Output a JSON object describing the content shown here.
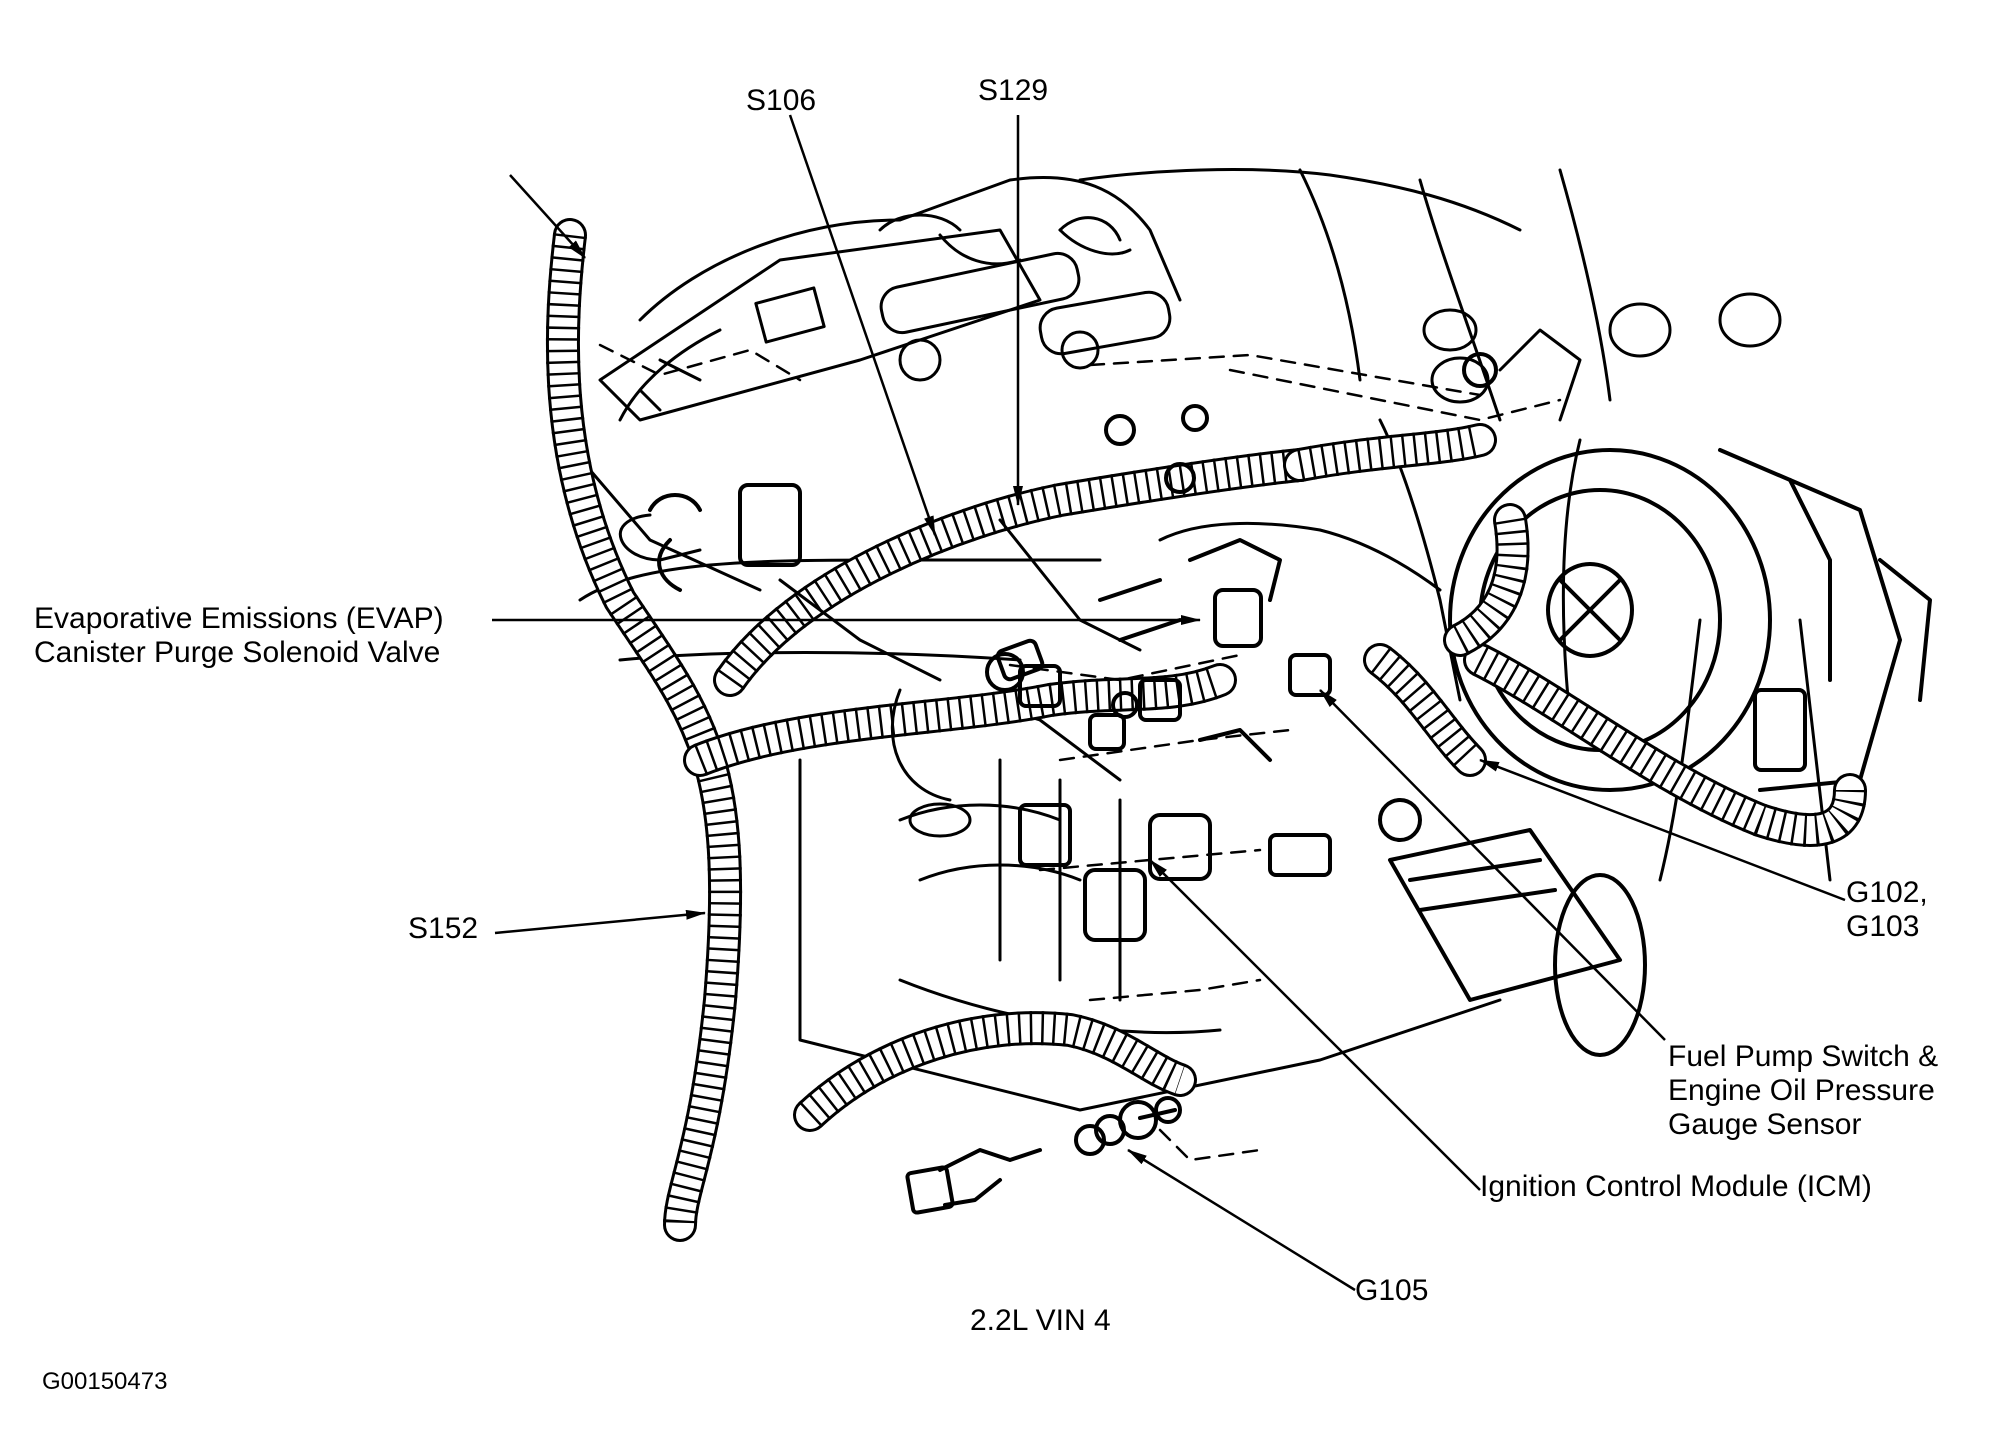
{
  "diagram": {
    "caption": "2.2L VIN 4",
    "figure_id": "G00150473",
    "labels": {
      "s106": "S106",
      "s129": "S129",
      "evap": [
        "Evaporative Emissions (EVAP)",
        "Canister Purge Solenoid Valve"
      ],
      "s152": "S152",
      "g102": [
        "G102,",
        "G103"
      ],
      "fuel_pump": [
        "Fuel Pump Switch &",
        "Engine Oil Pressure",
        "Gauge Sensor"
      ],
      "icm": "Ignition Control Module (ICM)",
      "g105": "G105"
    }
  }
}
